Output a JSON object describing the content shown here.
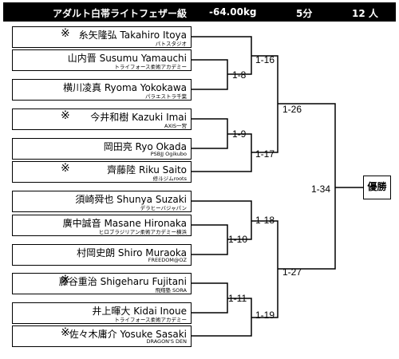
{
  "header": {
    "division": "アダルト白帯ライトフェザー級",
    "weight": "-64.00kg",
    "time": "5分",
    "count": "12 人"
  },
  "players": [
    {
      "seed_mark": "※",
      "name": "糸矢隆弘 Takahiro Itoya",
      "club": "パトスタジオ"
    },
    {
      "seed_mark": "",
      "name": "山内晋 Susumu Yamauchi",
      "club": "トライフォース柔術アカデミー"
    },
    {
      "seed_mark": "",
      "name": "横川凌真 Ryoma Yokokawa",
      "club": "パラエストラ千葉"
    },
    {
      "seed_mark": "※",
      "name": "今井和樹 Kazuki Imai",
      "club": "AXIS一宮"
    },
    {
      "seed_mark": "",
      "name": "岡田亮 Ryo Okada",
      "club": "PSBJJ Ogikubo"
    },
    {
      "seed_mark": "※",
      "name": "齊藤陸 Riku Saito",
      "club": "修斗ジムroots"
    },
    {
      "seed_mark": "",
      "name": "須崎舜也 Shunya Suzaki",
      "club": "デラヒーバジャパン"
    },
    {
      "seed_mark": "",
      "name": "廣中誠音 Masane Hironaka",
      "club": "ヒロブラジリアン柔術アカデミー横浜"
    },
    {
      "seed_mark": "",
      "name": "村岡史朗 Shiro Muraoka",
      "club": "FREEDOM@OZ"
    },
    {
      "seed_mark": "※",
      "name": "藤谷重治 Shigeharu Fujitani",
      "club": "飛翔塾 SORA"
    },
    {
      "seed_mark": "",
      "name": "井上暉大 Kidai Inoue",
      "club": "トライフォース柔術アカデミー"
    },
    {
      "seed_mark": "※",
      "name": "佐々木庸介 Yosuke Sasaki",
      "club": "DRAGON'S DEN"
    }
  ],
  "matches": [
    "1-8",
    "1-9",
    "1-10",
    "1-11",
    "1-16",
    "1-17",
    "1-18",
    "1-19",
    "1-26",
    "1-27",
    "1-34"
  ],
  "winner_label": "優勝"
}
